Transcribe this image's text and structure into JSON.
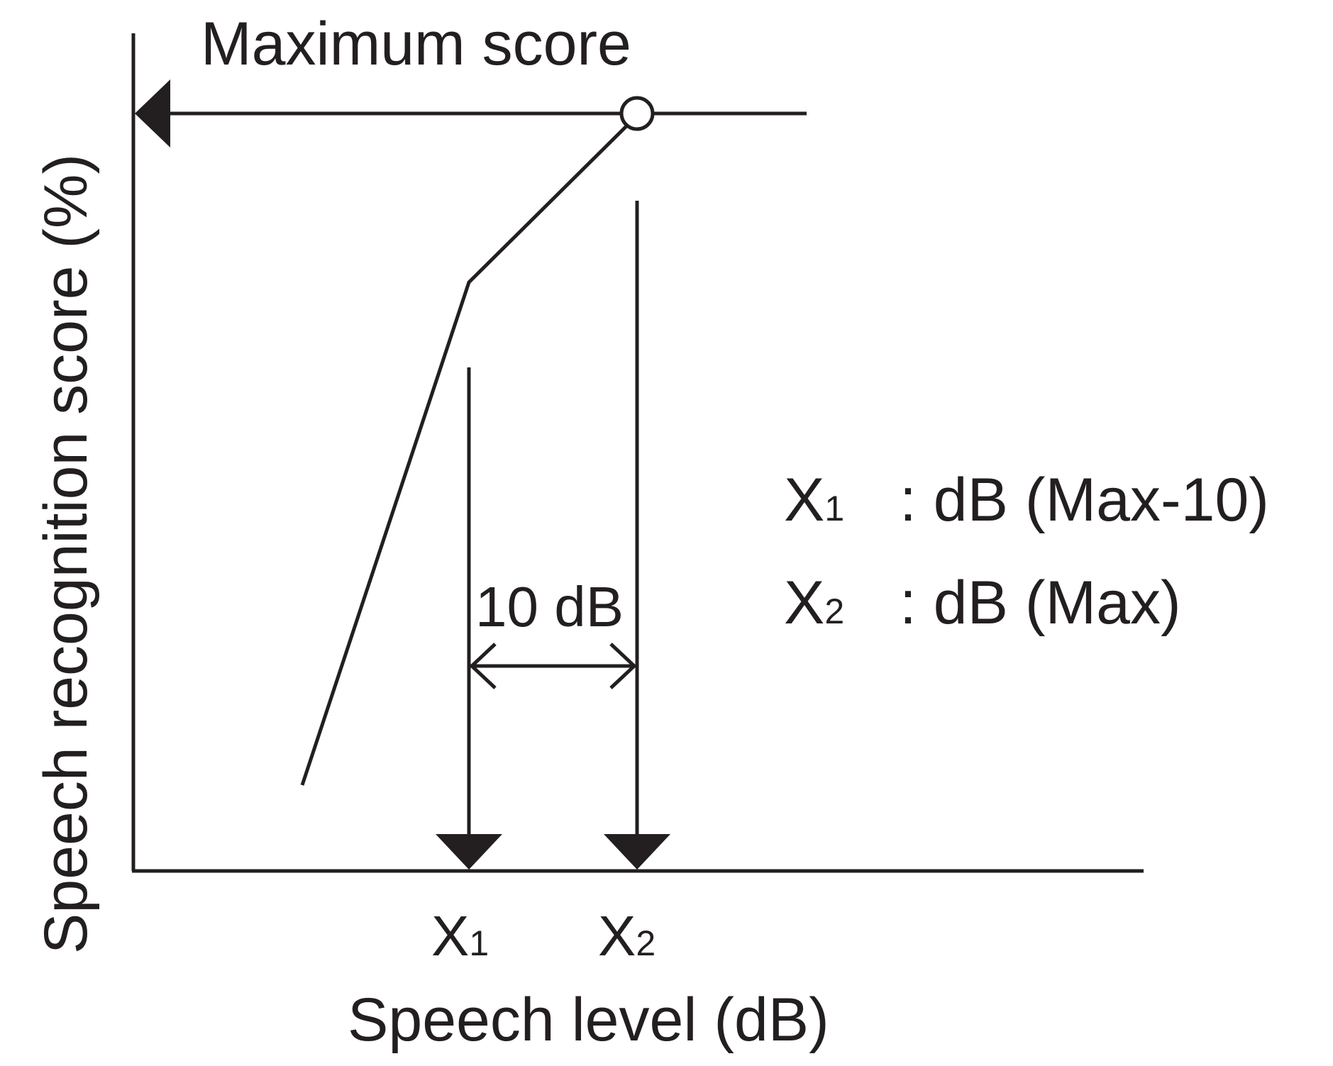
{
  "diagram": {
    "y_axis_label": "Speech recognition score (%)",
    "x_axis_label": "Speech level (dB)",
    "max_label": "Maximum score",
    "interval_label": "10 dB",
    "x1_tick": {
      "main": "X",
      "sub": "1"
    },
    "x2_tick": {
      "main": "X",
      "sub": "2"
    },
    "legend": [
      {
        "main": "X",
        "sub": "1",
        "text": ": dB (Max-10)"
      },
      {
        "main": "X",
        "sub": "2",
        "text": ": dB (Max)"
      }
    ],
    "colors": {
      "ink": "#231f20",
      "background": "#ffffff"
    }
  }
}
